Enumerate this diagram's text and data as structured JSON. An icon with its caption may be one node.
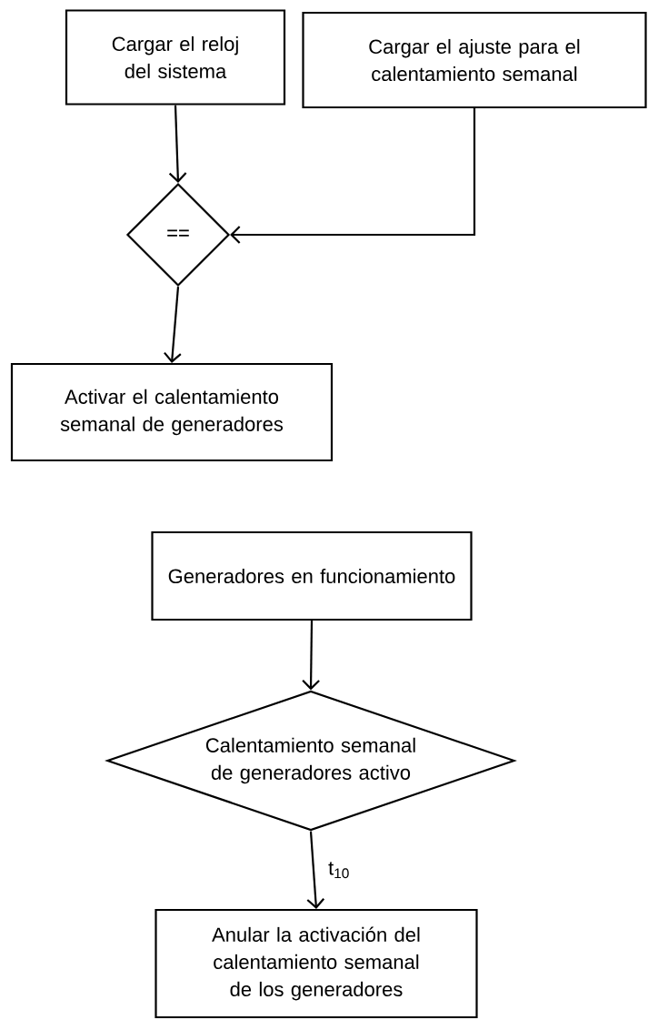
{
  "diagram": {
    "nodes": [
      {
        "text": [
          "Cargar el reloj del sistema"
        ]
      },
      {
        "text": [
          "Cargar el ajuste para el calentamiento semanal"
        ]
      },
      {
        "text": [
          "=="
        ]
      },
      {
        "text": [
          "Activar el calentamiento semanal de generadores"
        ]
      },
      {
        "text": [
          "Generadores en funcionamiento"
        ]
      },
      {
        "text": [
          "Calentamiento semanal de generadores activo"
        ]
      },
      {
        "text": [
          "Anular la activación del calentamiento semanal de los generadores"
        ]
      }
    ],
    "edges": [
      {
        "from": 0,
        "to": 2,
        "arrow": "to"
      },
      {
        "from": 1,
        "to": 2,
        "arrow": "to"
      },
      {
        "from": 2,
        "to": 3,
        "arrow": "to"
      },
      {
        "from": 4,
        "to": 5,
        "arrow": "to"
      },
      {
        "from": 5,
        "to": 6,
        "arrow": "to",
        "label": "t$_{10}$"
      }
    ]
  }
}
